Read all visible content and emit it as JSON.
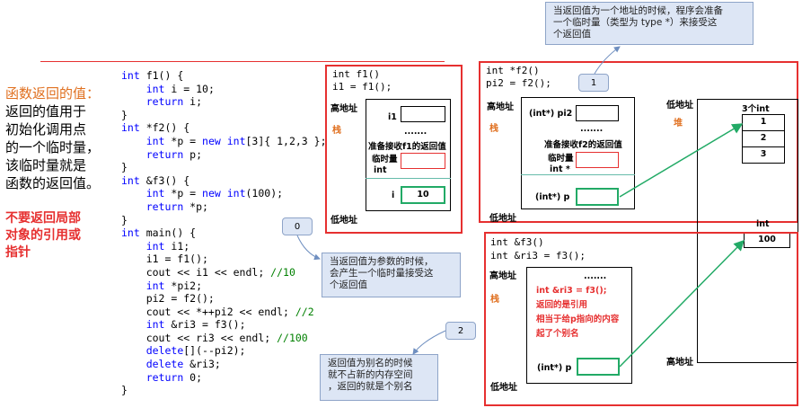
{
  "left_panel": {
    "title": "函数返回的值：",
    "body": [
      "返回的值用于",
      "初始化调用点",
      "的一个临时量，",
      "该临时量就是",
      "函数的返回值。"
    ],
    "warning": [
      "不要返回局部",
      "对象的引用或",
      "指针"
    ]
  },
  "code": [
    [
      [
        "k",
        "int"
      ],
      [
        "t",
        " f1() {"
      ]
    ],
    [
      [
        "t",
        "    "
      ],
      [
        "k",
        "int"
      ],
      [
        "t",
        " i = 10;"
      ]
    ],
    [
      [
        "t",
        "    "
      ],
      [
        "k",
        "return"
      ],
      [
        "t",
        " i;"
      ]
    ],
    [
      [
        "t",
        "}"
      ]
    ],
    [
      [
        "k",
        "int"
      ],
      [
        "t",
        " *f2() {"
      ]
    ],
    [
      [
        "t",
        "    "
      ],
      [
        "k",
        "int"
      ],
      [
        "t",
        " *p = "
      ],
      [
        "k",
        "new int"
      ],
      [
        "t",
        "[3]{ 1,2,3 };"
      ]
    ],
    [
      [
        "t",
        "    "
      ],
      [
        "k",
        "return"
      ],
      [
        "t",
        " p;"
      ]
    ],
    [
      [
        "t",
        "}"
      ]
    ],
    [
      [
        "k",
        "int"
      ],
      [
        "t",
        " &f3() {"
      ]
    ],
    [
      [
        "t",
        "    "
      ],
      [
        "k",
        "int"
      ],
      [
        "t",
        " *p = "
      ],
      [
        "k",
        "new int"
      ],
      [
        "t",
        "(100);"
      ]
    ],
    [
      [
        "t",
        "    "
      ],
      [
        "k",
        "return"
      ],
      [
        "t",
        " *p;"
      ]
    ],
    [
      [
        "t",
        "}"
      ]
    ],
    [
      [
        "k",
        "int"
      ],
      [
        "t",
        " main() {"
      ]
    ],
    [
      [
        "t",
        "    "
      ],
      [
        "k",
        "int"
      ],
      [
        "t",
        " i1;"
      ]
    ],
    [
      [
        "t",
        "    i1 = f1();"
      ]
    ],
    [
      [
        "t",
        "    cout << i1 << endl; "
      ],
      [
        "c",
        "//10"
      ]
    ],
    [
      [
        "t",
        "    "
      ],
      [
        "k",
        "int"
      ],
      [
        "t",
        " *pi2;"
      ]
    ],
    [
      [
        "t",
        "    pi2 = f2();"
      ]
    ],
    [
      [
        "t",
        "    cout << *++pi2 << endl; "
      ],
      [
        "c",
        "//2"
      ]
    ],
    [
      [
        "t",
        "    "
      ],
      [
        "k",
        "int"
      ],
      [
        "t",
        " &ri3 = f3();"
      ]
    ],
    [
      [
        "t",
        "    cout << ri3 << endl; "
      ],
      [
        "c",
        "//100"
      ]
    ],
    [
      [
        "t",
        "    "
      ],
      [
        "k",
        "delete"
      ],
      [
        "t",
        "[](--pi2);"
      ]
    ],
    [
      [
        "t",
        "    "
      ],
      [
        "k",
        "delete"
      ],
      [
        "t",
        " &ri3;"
      ]
    ],
    [
      [
        "t",
        "    "
      ],
      [
        "k",
        "return"
      ],
      [
        "t",
        " 0;"
      ]
    ],
    [
      [
        "t",
        "}"
      ]
    ]
  ],
  "notes": {
    "n0_bubble": "0",
    "n0_text": [
      "当返回值为参数的时候，",
      "会产生一个临时量接受这",
      "个返回值"
    ],
    "n1_bubble": "1",
    "n1_text": [
      "当返回值为一个地址的时候，程序会准备",
      "一个临时量（类型为 type *）来接受这",
      "个返回值"
    ],
    "n2_bubble": "2",
    "n2_text": [
      "返回值为别名的时候",
      "就不占新的内存空间",
      "，返回的就是个别名"
    ]
  },
  "f1_diagram": {
    "code": [
      "int f1()",
      "i1 = f1();"
    ],
    "high_addr": "高地址",
    "stack": "栈",
    "low_addr": "低地址",
    "i1": "i1",
    "dots": ".......",
    "prepare": "准备接收f1的返回值",
    "temp": "临时量",
    "temp_type": "int",
    "i": "i",
    "i_value": "10"
  },
  "f2_diagram": {
    "code": [
      "int *f2()",
      "pi2 = f2();"
    ],
    "high_addr": "高地址",
    "stack": "栈",
    "low_addr": "低地址",
    "pi2": "(int*)  pi2",
    "dots": ".......",
    "prepare": "准备接收f2的返回值",
    "temp": "临时量",
    "temp_type": "int *",
    "p": "(int*)  p",
    "heap_low": "低地址",
    "heap": "堆",
    "heap_high": "高地址",
    "array_label": "3个int",
    "array": [
      "1",
      "2",
      "3"
    ],
    "int_label": "int",
    "int_value": "100"
  },
  "f3_diagram": {
    "code": [
      "int &f3()",
      "int &ri3 = f3();"
    ],
    "high_addr": "高地址",
    "stack": "栈",
    "low_addr": "低地址",
    "dots": ".......",
    "stmt": "int &ri3 = f3();",
    "explain": [
      "返回的是引用",
      "相当于给p指向的内容",
      "起了个别名"
    ],
    "p": "(int*)  p"
  },
  "colors": {
    "red": "#e63030",
    "orange": "#e07020",
    "blue_keyword": "#0000ff",
    "comment_green": "#008000",
    "arrow_green": "#22aa66",
    "note_bg": "#dde6f5"
  }
}
